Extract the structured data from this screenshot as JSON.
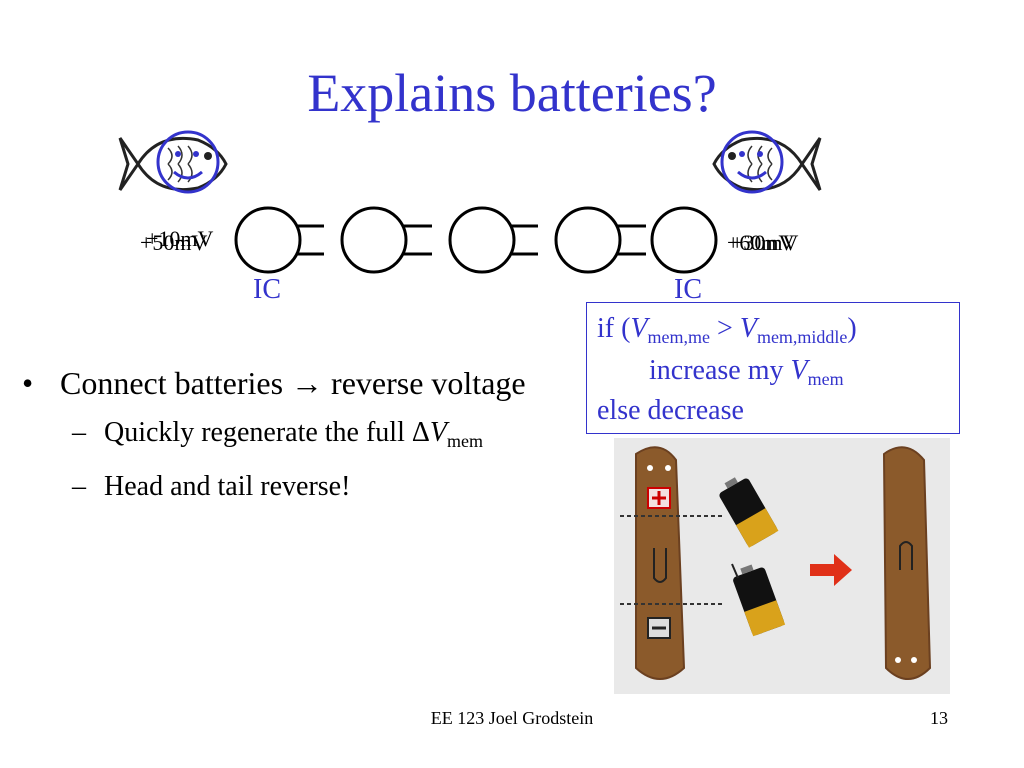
{
  "title": "Explains batteries?",
  "diagram": {
    "left_voltage_labels": [
      "+10mV",
      "+50mV"
    ],
    "right_voltage_labels": [
      "+30mV",
      "+60mV"
    ],
    "ic_left": "IC",
    "ic_right": "IC",
    "cell_count": 5
  },
  "rule": {
    "line1_prefix": "if (",
    "line1_v1": "V",
    "line1_sub1": "mem,me",
    "line1_op": " > ",
    "line1_v2": "V",
    "line1_sub2": "mem,middle",
    "line1_suffix": ")",
    "line2_prefix": "increase my ",
    "line2_v": "V",
    "line2_sub": "mem",
    "line3": "else decrease"
  },
  "bullets": {
    "main": "Connect batteries → reverse voltage",
    "sub1_text": "Quickly regenerate the full Δ",
    "sub1_v": "V",
    "sub1_sub": "mem",
    "sub2": "Head and tail reverse!"
  },
  "footer": "EE 123 Joel Grodstein",
  "page_number": "13",
  "colors": {
    "accent": "#3333cc",
    "worm": "#8b5a2b"
  }
}
